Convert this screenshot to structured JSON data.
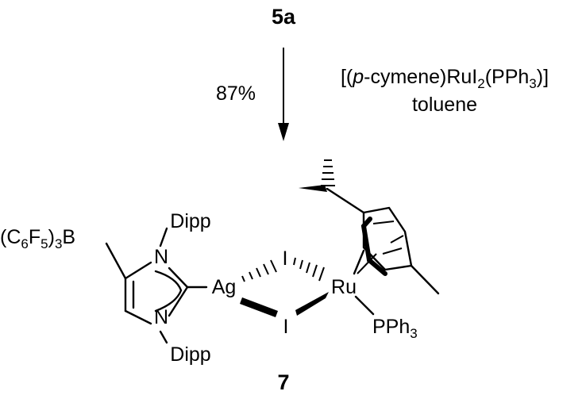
{
  "scheme": {
    "starting_material": "5a",
    "yield": "87%",
    "reagent": {
      "open": "[(",
      "italic": "p",
      "mid": "-cymene)RuI",
      "sub": "2",
      "close": "(PPh",
      "sub2": "3",
      "end": ")]"
    },
    "solvent": "toluene",
    "product_label": "7"
  },
  "product": {
    "dipp_top": "Dipp",
    "dipp_bottom": "Dipp",
    "n_top": "N",
    "n_bottom": "N",
    "borate": {
      "open": "(C",
      "s1": "6",
      "f": "F",
      "s2": "5",
      "paren": ")",
      "s3": "3",
      "b": "B"
    },
    "ag": "Ag",
    "i_top": "I",
    "i_bottom": "I",
    "ru": "Ru",
    "pph3": {
      "main": "PPh",
      "sub": "3"
    }
  }
}
